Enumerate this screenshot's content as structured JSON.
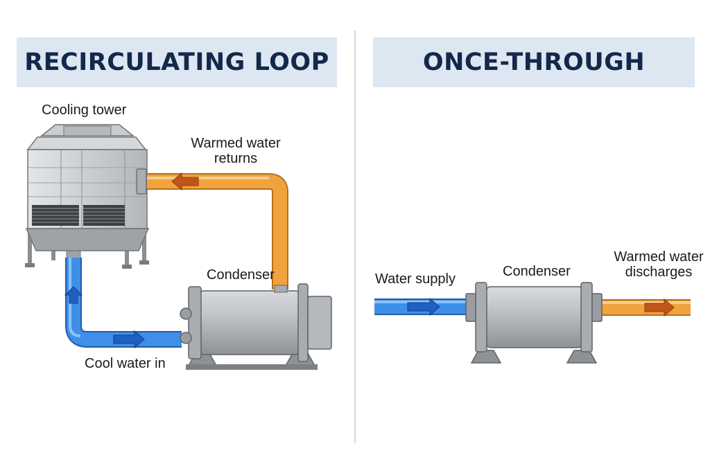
{
  "panels": {
    "left": {
      "title": "RECIRCULATING LOOP",
      "labels": {
        "cooling_tower": "Cooling tower",
        "warmed_water_returns": [
          "Warmed water",
          "returns"
        ],
        "condenser": "Condenser",
        "cool_water_in": "Cool water in"
      }
    },
    "right": {
      "title": "ONCE-THROUGH",
      "labels": {
        "water_supply": "Water supply",
        "condenser": "Condenser",
        "warmed_water_discharges": [
          "Warmed water",
          "discharges"
        ]
      }
    }
  },
  "colors": {
    "header_bg": "#dde7f2",
    "title_text": "#13284a",
    "cool_pipe": "#3d8fe8",
    "warm_pipe": "#f0a23c",
    "cool_arrow": "#1f5fc2",
    "warm_arrow": "#c0561c",
    "steel": "#b9bcc0"
  }
}
